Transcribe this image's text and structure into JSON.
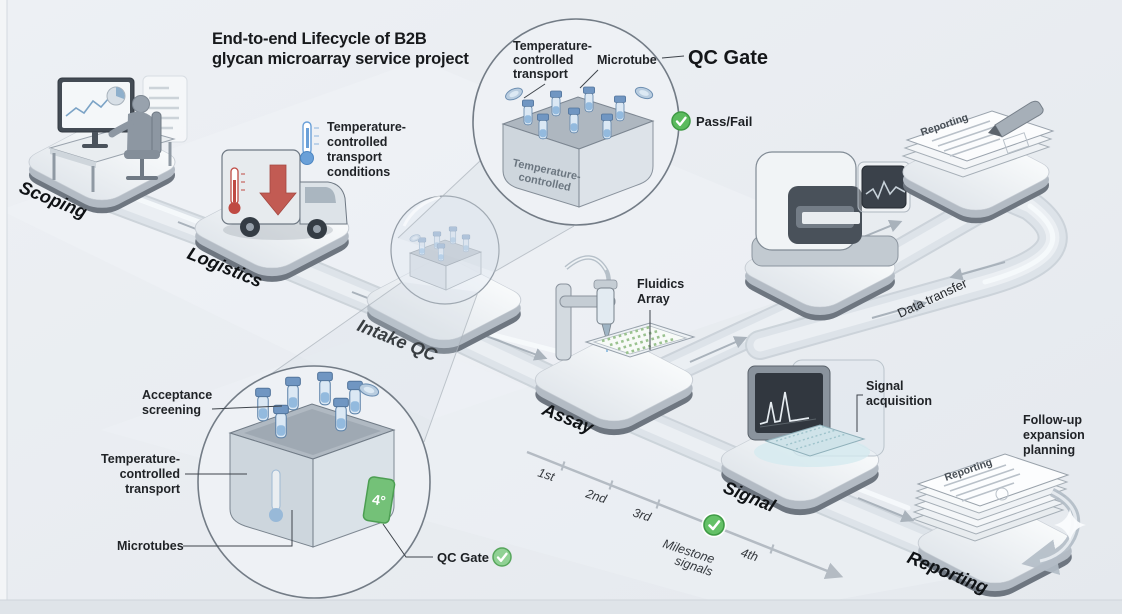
{
  "title": {
    "line1": "End-to-end Lifecycle of B2B",
    "line2": "glycan microarray service project"
  },
  "stages": {
    "scoping": "Scoping",
    "logistics": "Logistics",
    "intake_qc": "Intake QC",
    "assay": "Assay",
    "signal": "Signal",
    "reporting": "Reporting"
  },
  "annotations": {
    "logistics_note": [
      "Temperature-",
      "controlled",
      "transport",
      "conditions"
    ],
    "fluidics_array": [
      "Fluidics",
      "Array"
    ],
    "signal_acquisition": [
      "Signal",
      "acquisition"
    ],
    "followup": [
      "Follow-up",
      "expansion",
      "planning"
    ],
    "data_transfer": "Data transfer"
  },
  "timeline": {
    "milestones": [
      "1st",
      "2nd",
      "3rd",
      "4th"
    ],
    "caption": [
      "Milestone",
      "signals"
    ]
  },
  "callout_top": {
    "heading": "QC Gate",
    "result": "Pass/Fail",
    "transport_label": [
      "Temperature-",
      "controlled",
      "transport"
    ],
    "microtube_label": "Microtube",
    "box_caption": [
      "Temperature-",
      "controlled"
    ]
  },
  "callout_bottom": {
    "acceptance_label": [
      "Acceptance",
      "screening"
    ],
    "transport_label": [
      "Temperature-",
      "controlled",
      "transport"
    ],
    "microtubes_label": "Microtubes",
    "gate_label": "QC Gate",
    "temperature_badge": "4°"
  },
  "documents": {
    "top_sheet_title": "Reporting",
    "bottom_sheet_title": "Reporting"
  },
  "colors": {
    "background": "#e9edf1",
    "accent_green": "#5bbb5e",
    "alert_red": "#c0493f",
    "info_blue": "#6aa0d8",
    "road": "#dde3e9",
    "ink": "#17191c"
  }
}
